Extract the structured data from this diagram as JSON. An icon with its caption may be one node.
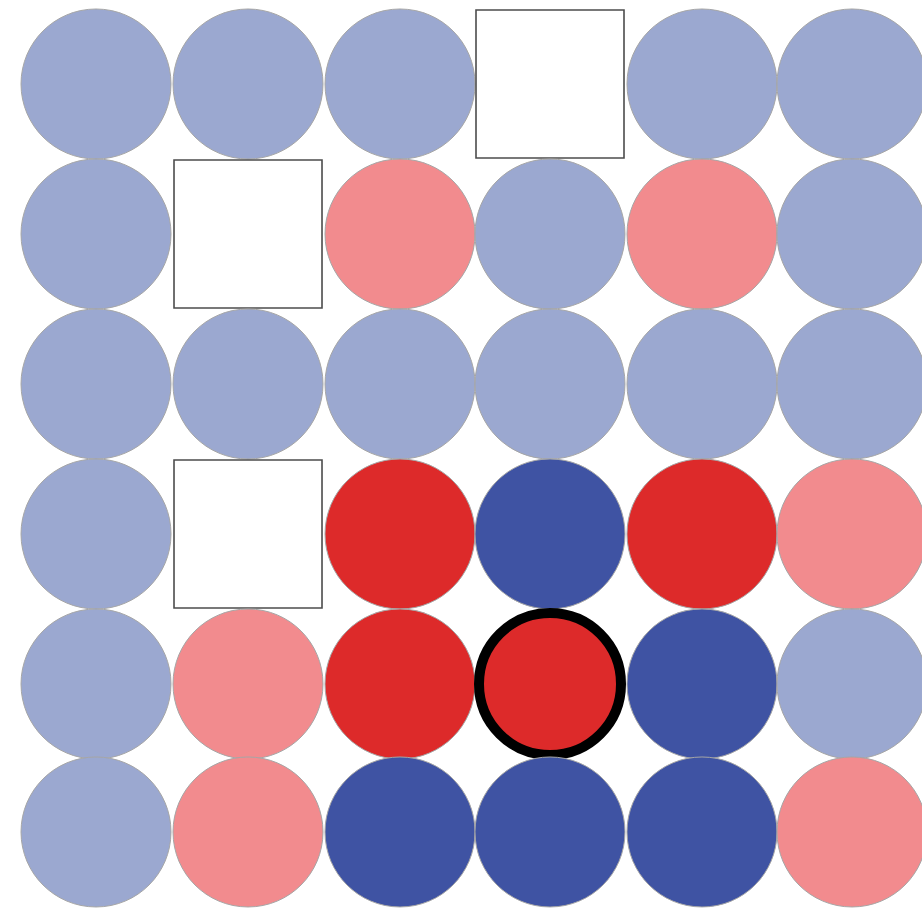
{
  "diagram": {
    "nodes": [
      {
        "text": [],
        "shape": "circle"
      },
      {
        "text": [],
        "shape": "circle"
      },
      {
        "text": [],
        "shape": "circle"
      },
      {
        "text": [],
        "shape": "box"
      },
      {
        "text": [],
        "shape": "circle"
      },
      {
        "text": [],
        "shape": "circle"
      },
      {
        "text": [],
        "shape": "circle"
      },
      {
        "text": [],
        "shape": "box"
      },
      {
        "text": [],
        "shape": "circle"
      },
      {
        "text": [],
        "shape": "circle"
      },
      {
        "text": [],
        "shape": "circle"
      },
      {
        "text": [],
        "shape": "circle"
      },
      {
        "text": [],
        "shape": "circle"
      },
      {
        "text": [],
        "shape": "circle"
      },
      {
        "text": [],
        "shape": "circle"
      },
      {
        "text": [],
        "shape": "circle"
      },
      {
        "text": [],
        "shape": "circle"
      },
      {
        "text": [],
        "shape": "circle"
      },
      {
        "text": [],
        "shape": "circle"
      },
      {
        "text": [],
        "shape": "box"
      },
      {
        "text": [],
        "shape": "circle"
      },
      {
        "text": [],
        "shape": "circle"
      },
      {
        "text": [],
        "shape": "circle"
      },
      {
        "text": [],
        "shape": "circle"
      },
      {
        "text": [],
        "shape": "circle"
      },
      {
        "text": [],
        "shape": "circle"
      },
      {
        "text": [],
        "shape": "circle"
      },
      {
        "text": [],
        "shape": "circle"
      },
      {
        "text": [],
        "shape": "circle"
      },
      {
        "text": [],
        "shape": "circle"
      },
      {
        "text": [],
        "shape": "circle"
      },
      {
        "text": [],
        "shape": "circle"
      },
      {
        "text": [],
        "shape": "circle"
      },
      {
        "text": [],
        "shape": "circle"
      },
      {
        "text": [],
        "shape": "circle"
      },
      {
        "text": [],
        "shape": "circle"
      }
    ]
  }
}
